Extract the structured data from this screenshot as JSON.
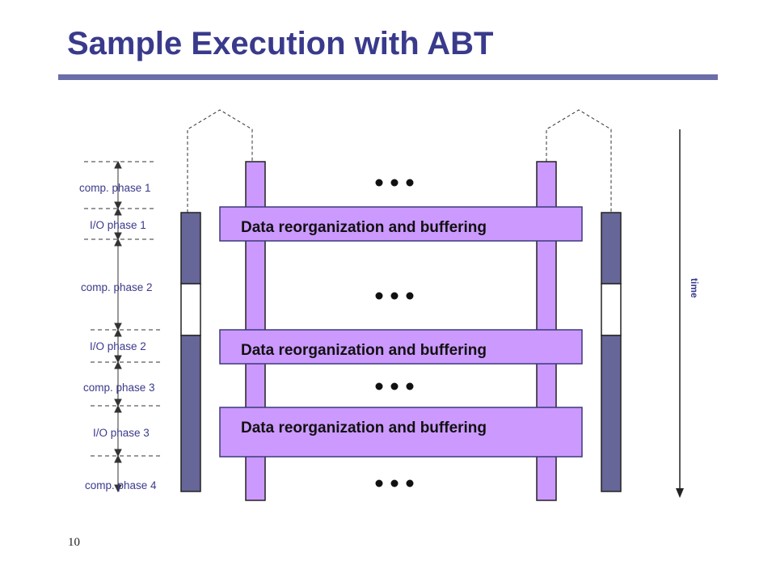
{
  "slide": {
    "title": "Sample Execution with ABT",
    "page_number": "10"
  },
  "phases": [
    "comp. phase 1",
    "I/O phase 1",
    "comp. phase 2",
    "I/O phase 2",
    "comp. phase 3",
    "I/O phase 3",
    "comp. phase 4"
  ],
  "buffer_boxes": [
    "Data reorganization and buffering",
    "Data reorganization and buffering",
    "Data reorganization and buffering"
  ],
  "time_label": "time",
  "colors": {
    "title": "#3a3a8c",
    "rule": "#6b6ea8",
    "process_bar": "#666699",
    "io_bar": "#cc99ff",
    "box_outline": "#3a3a7a"
  }
}
